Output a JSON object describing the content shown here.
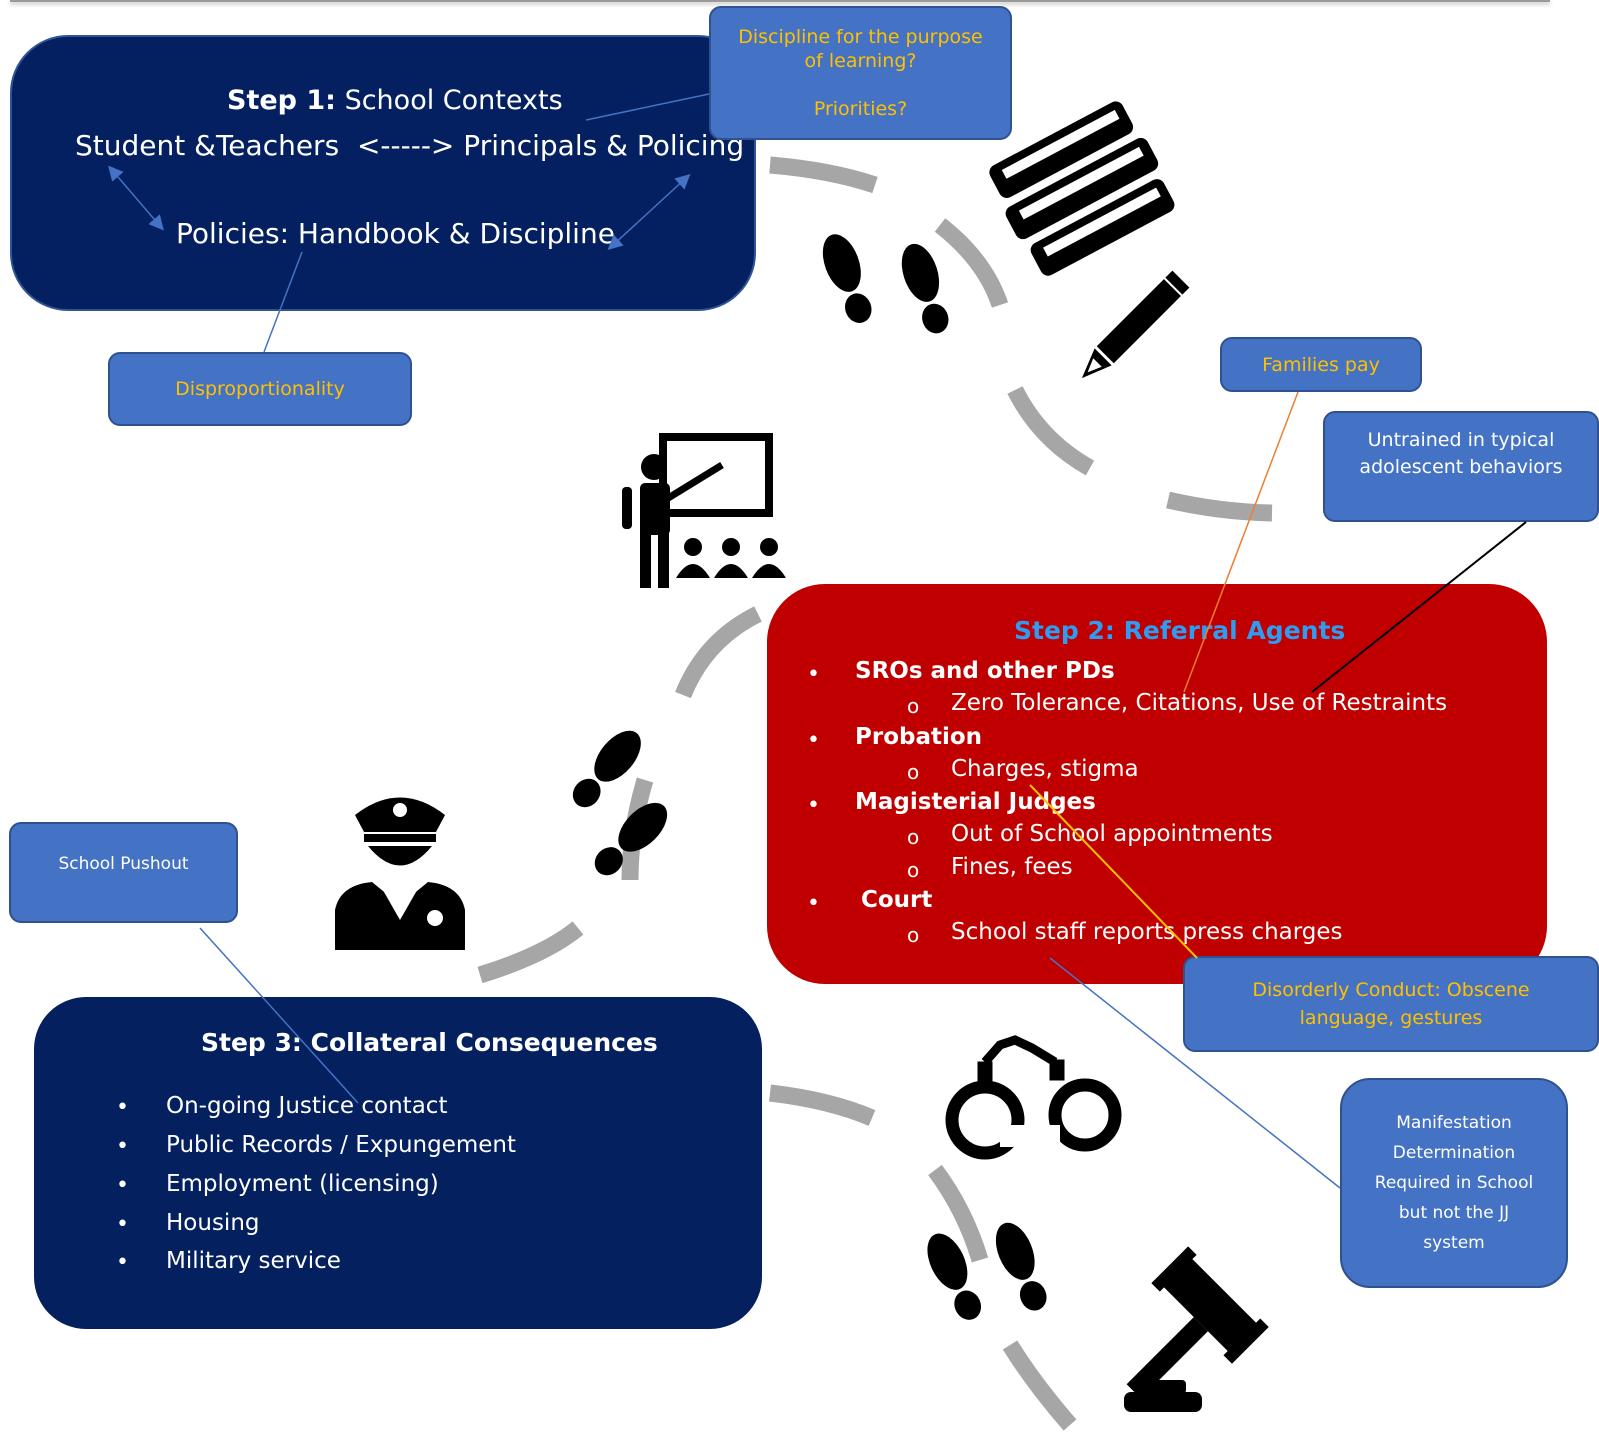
{
  "step1": {
    "title_bold": "Step 1:",
    "title_rest": "School Contexts",
    "line1": "Student &Teachers  <-----> Principals & Policing",
    "line2": "Policies: Handbook & Discipline"
  },
  "callouts": {
    "discipline_line1": "Discipline for the purpose",
    "discipline_line2": "of learning?",
    "discipline_line3": "Priorities?",
    "disproportionality": "Disproportionality",
    "families_pay": "Families pay",
    "untrained_line1": "Untrained in typical",
    "untrained_line2": "adolescent behaviors",
    "school_pushout": "School Pushout",
    "disorderly_line1": "Disorderly Conduct: Obscene",
    "disorderly_line2": "language, gestures",
    "manifestation_line1": "Manifestation",
    "manifestation_line2": "Determination",
    "manifestation_line3": "Required in School",
    "manifestation_line4": "but not the JJ",
    "manifestation_line5": "system"
  },
  "step2": {
    "title": "Step 2: Referral Agents",
    "items": [
      {
        "label": "SROs and other PDs",
        "subs": [
          "Zero Tolerance, Citations, Use of Restraints"
        ]
      },
      {
        "label": "Probation",
        "subs": [
          "Charges, stigma"
        ]
      },
      {
        "label": "Magisterial Judges",
        "subs": [
          "Out of School appointments",
          "Fines, fees"
        ]
      },
      {
        "label": "Court",
        "subs": [
          "School staff reports press charges"
        ]
      }
    ],
    "bullet": "•",
    "sub_bullet": "o"
  },
  "step3": {
    "title": "Step 3: Collateral Consequences",
    "items": [
      "On-going Justice contact",
      "Public Records / Expungement",
      "Employment (licensing)",
      "Housing",
      "Military service"
    ],
    "bullet": "•"
  },
  "icons": [
    "books-icon",
    "pencil-icon",
    "footprints-icon",
    "teacher-icon",
    "police-officer-icon",
    "handcuffs-icon",
    "gavel-icon"
  ],
  "colors": {
    "step1_bg": "#042060",
    "step2_bg": "#c00000",
    "step3_bg": "#04205e",
    "callout_bg": "#4472c4",
    "callout_yellow_text": "#ffc000",
    "step2_title": "#2e9cf0",
    "path": "#a6a6a6"
  }
}
